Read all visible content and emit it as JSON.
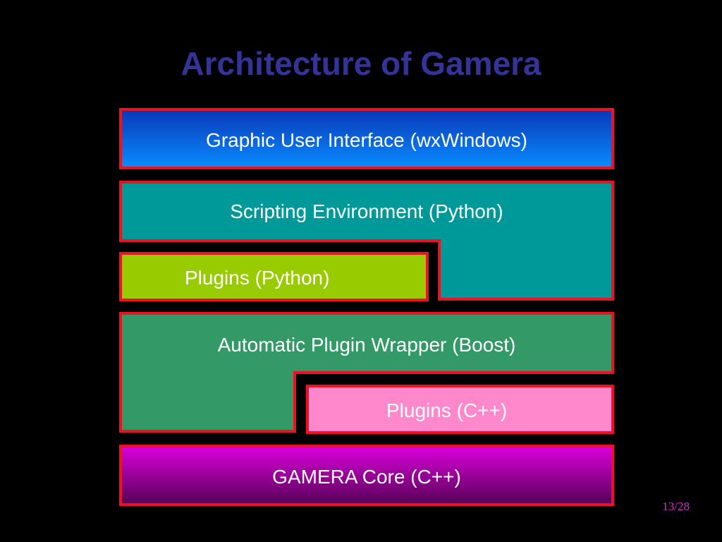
{
  "slide": {
    "title": "Architecture of Gamera",
    "page_number": "13/28"
  },
  "layers": {
    "gui": "Graphic User Interface (wxWindows)",
    "scripting": "Scripting Environment (Python)",
    "plugins_python": "Plugins (Python)",
    "wrapper": "Automatic Plugin Wrapper (Boost)",
    "plugins_cpp": "Plugins (C++)",
    "core": "GAMERA Core (C++)"
  },
  "colors": {
    "border": "#ee1122",
    "title": "#333399",
    "gui_top": "#0a37b8",
    "gui_bottom": "#0a8cff",
    "scripting": "#009999",
    "plugins_python": "#99cc00",
    "wrapper": "#339966",
    "plugins_cpp": "#ff88cc",
    "core_top": "#dd00dd",
    "core_bottom": "#550055"
  }
}
